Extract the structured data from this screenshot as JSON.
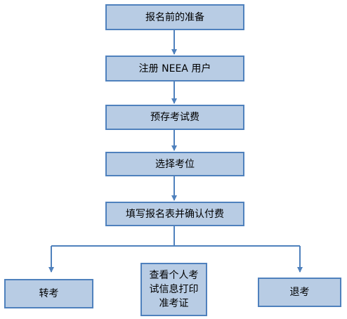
{
  "flowchart": {
    "nodes": {
      "prepare": "报名前的准备",
      "register": "注册 NEEA 用户",
      "prepay": "预存考试费",
      "choose_seat": "选择考位",
      "fill_form": "填写报名表并确认付费",
      "transfer": "转考",
      "view_print_lines": [
        "查看个人考",
        "试信息打印",
        "准考证"
      ],
      "withdraw": "退考"
    },
    "colors": {
      "box_fill": "#b8cce4",
      "box_border": "#4f81bd",
      "arrow": "#4f81bd"
    }
  }
}
